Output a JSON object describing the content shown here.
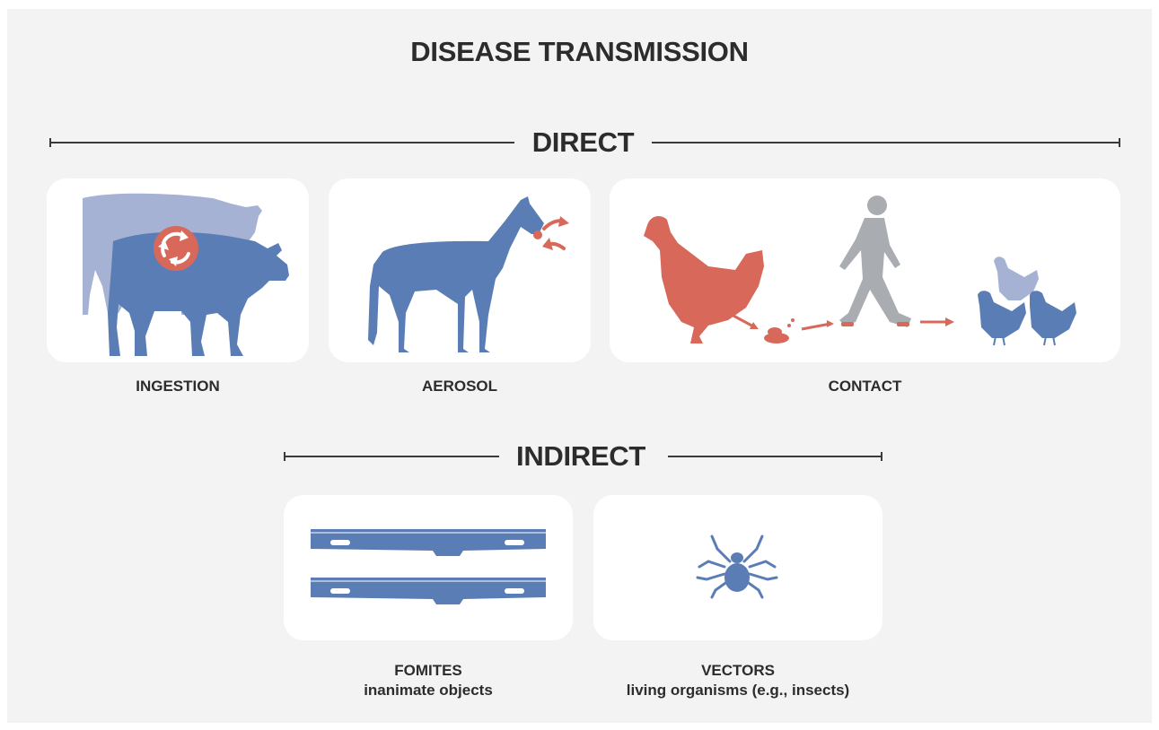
{
  "title": "DISEASE TRANSMISSION",
  "sections": {
    "direct": {
      "label": "DIRECT",
      "items": [
        {
          "label": "INGESTION",
          "icon": "cow-icon"
        },
        {
          "label": "AEROSOL",
          "icon": "horse-icon"
        },
        {
          "label": "CONTACT",
          "icon": "chicken-person-icon"
        }
      ]
    },
    "indirect": {
      "label": "INDIRECT",
      "items": [
        {
          "label": "FOMITES",
          "sublabel": "inanimate objects",
          "icon": "feeder-trough-icon"
        },
        {
          "label": "VECTORS",
          "sublabel": "living organisms (e.g., insects)",
          "icon": "tick-icon"
        }
      ]
    }
  },
  "colors": {
    "background": "#f3f3f3",
    "card": "#ffffff",
    "blue": "#5a7db6",
    "light_blue": "#a5b2d3",
    "red": "#d8685a",
    "gray": "#a9acb0",
    "text": "#2c2c2c"
  }
}
